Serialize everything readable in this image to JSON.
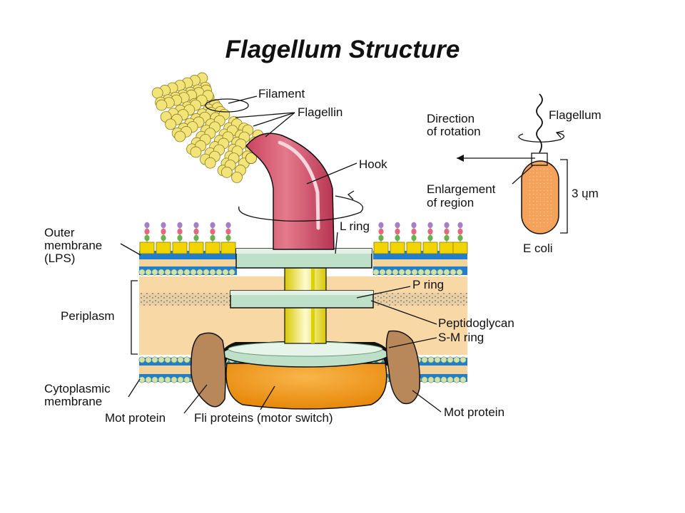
{
  "title": "Flagellum Structure",
  "labels": {
    "filament": "Filament",
    "flagellin": "Flagellin",
    "hook": "Hook",
    "outer_membrane": [
      "Outer",
      "membrane",
      "(LPS)"
    ],
    "l_ring": "L ring",
    "p_ring": "P ring",
    "periplasm": "Periplasm",
    "peptidoglycan": "Peptidoglycan",
    "sm_ring": "S-M ring",
    "cytoplasmic_membrane": [
      "Cytoplasmic",
      "membrane"
    ],
    "mot_protein_left": "Mot protein",
    "mot_protein_right": "Mot protein",
    "fli_proteins": "Fli proteins (motor switch)"
  },
  "inset": {
    "direction": [
      "Direction",
      "of rotation"
    ],
    "flagellum": "Flagellum",
    "enlargement": [
      "Enlargement",
      "of region"
    ],
    "size": "3 ųm",
    "organism": "E coli"
  },
  "colors": {
    "filament": "#f3e47a",
    "hook": "#d6576f",
    "lps": "#f2d400",
    "lipid_head": "#cfe3b0",
    "lipid_tail": "#1e7fd0",
    "periplasm": "#f8d9a6",
    "ring": "#bfe0c8",
    "fli": "#f59b1b",
    "mot": "#b8875a",
    "ecoli": "#f5a25a"
  }
}
